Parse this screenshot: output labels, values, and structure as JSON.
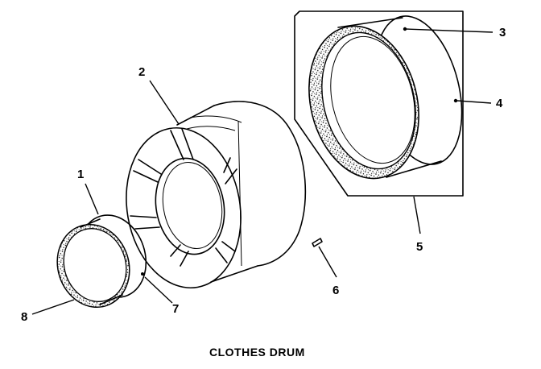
{
  "diagram": {
    "caption": "CLOTHES DRUM",
    "callouts": [
      {
        "id": "1",
        "label": "1"
      },
      {
        "id": "2",
        "label": "2"
      },
      {
        "id": "3",
        "label": "3"
      },
      {
        "id": "4",
        "label": "4"
      },
      {
        "id": "5",
        "label": "5"
      },
      {
        "id": "6",
        "label": "6"
      },
      {
        "id": "7",
        "label": "7"
      },
      {
        "id": "8",
        "label": "8"
      }
    ]
  }
}
